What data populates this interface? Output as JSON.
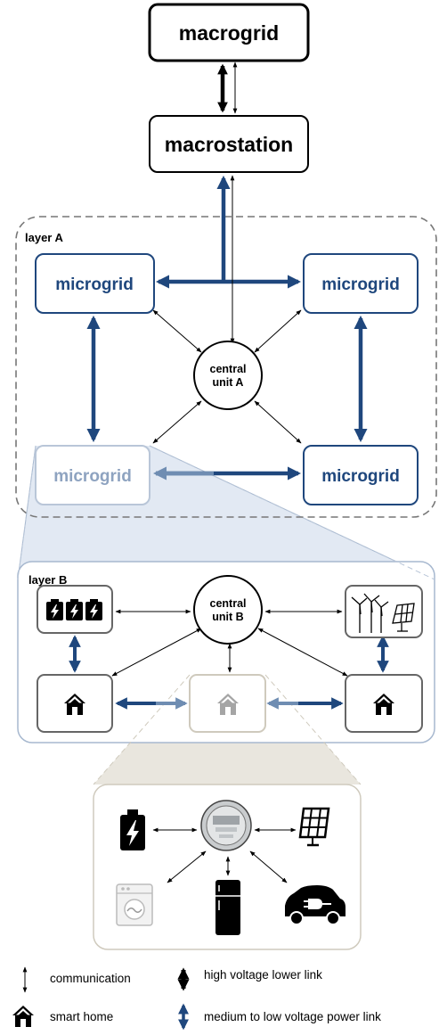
{
  "nodes": {
    "macrogrid": "macrogrid",
    "macrostation": "macrostation",
    "microgrid_label": "microgrid",
    "central_unit_a": [
      "central",
      "unit A"
    ],
    "central_unit_b": [
      "central",
      "unit B"
    ]
  },
  "layers": {
    "layer_a": "layer A",
    "layer_b": "layer B"
  },
  "legend": {
    "communication": "communication",
    "high_voltage": "high voltage lower link",
    "smart_home": "smart home",
    "medium_low_voltage": "medium to low voltage power link"
  },
  "colors": {
    "dark_blue": "#1f477d",
    "light_blue": "#6f8db2",
    "faded_blue": "#a7b8cf",
    "fill_blue": "#dde5f1",
    "fill_beige": "#e8e5dc",
    "black": "#000000",
    "gray": "#777777"
  },
  "icons": [
    "battery-pack-icon",
    "wind-solar-icon",
    "house-icon",
    "battery-icon",
    "smart-meter-icon",
    "solar-panel-icon",
    "washing-machine-icon",
    "fridge-icon",
    "electric-car-icon"
  ]
}
